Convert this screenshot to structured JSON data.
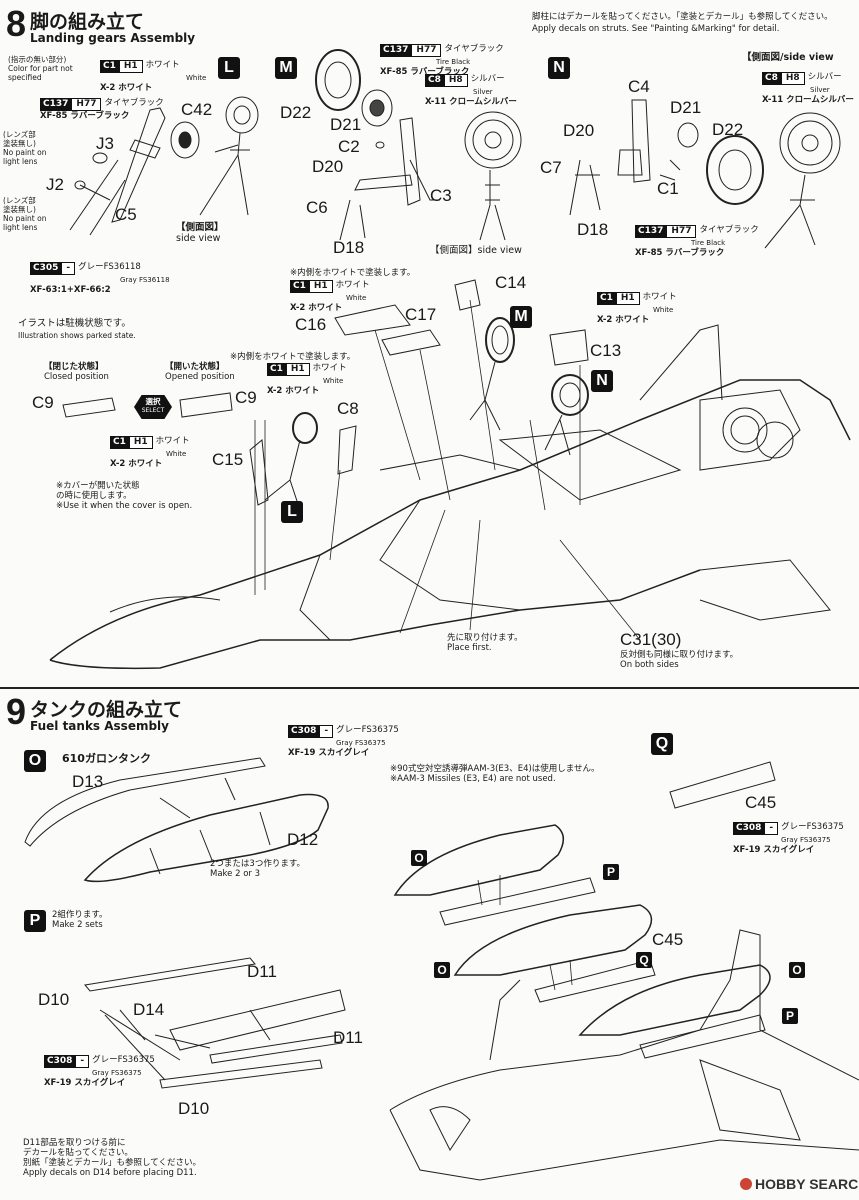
{
  "step8": {
    "number": "8",
    "title_jp": "脚の組み立て",
    "title_en": "Landing gears Assembly",
    "note_decal_jp": "脚柱にはデカールを貼ってください。「塗装とデカール」も参照してください。",
    "note_decal_en": "Apply decals on struts. See \"Painting &Marking\" for detail.",
    "side_view_label": "【側面図/side view",
    "unspecified_jp": "(指示の無い部分)",
    "unspecified_en1": "Color for part not",
    "unspecified_en2": "specified",
    "parked_jp": "イラストは駐機状態です。",
    "parked_en": "Illustration shows parked state.",
    "closed_jp": "【閉じた状態】",
    "closed_en": "Closed position",
    "opened_jp": "【開いた状態】",
    "opened_en": "Opened position",
    "select_jp": "選択",
    "select_en": "SELECT",
    "inner_white_1": "※内側をホワイトで塗装します。",
    "inner_white_2": "※内側をホワイトで塗装します。",
    "cover_open_jp1": "※カバーが開いた状態",
    "cover_open_jp2": "の時に使用します。",
    "cover_open_en": "※Use it when the cover is open.",
    "place_first_jp": "先に取り付けます。",
    "place_first_en": "Place first.",
    "both_sides_part": "C31(30)",
    "both_sides_jp": "反対側も同様に取り付けます。",
    "both_sides_en": "On both sides",
    "lens_jp1": "(レンズ部",
    "lens_jp2": "塗装無し)",
    "lens_en1": "No paint on",
    "lens_en2": "light lens",
    "side_view_L_jp": "【側面図】",
    "side_view_L_en": "side view",
    "side_view_M": "【側面図】side view",
    "side_view_N": "【側面図/side view",
    "badges": [
      "L",
      "M",
      "N",
      "M",
      "N",
      "L"
    ],
    "parts": [
      "C42",
      "J3",
      "J2",
      "C5",
      "D22",
      "D21",
      "C2",
      "D20",
      "C6",
      "D18",
      "C3",
      "C4",
      "D21",
      "D20",
      "C7",
      "D22",
      "C1",
      "D18",
      "C14",
      "C16",
      "C17",
      "C13",
      "C9",
      "C9",
      "C8",
      "C15"
    ]
  },
  "paints": {
    "c1": {
      "code": "C1",
      "code2": "H1",
      "jp": "ホワイト",
      "en": "White",
      "xf": "X-2 ホワイト"
    },
    "c137": {
      "code": "C137",
      "code2": "H77",
      "jp": "タイヤブラック",
      "en": "Tire Black",
      "xf": "XF-85 ラバーブラック"
    },
    "c8": {
      "code": "C8",
      "code2": "H8",
      "jp": "シルバー",
      "en": "Silver",
      "xf": "X-11 クロームシルバー"
    },
    "c305": {
      "code": "C305",
      "code2": "-",
      "jp": "グレーFS36118",
      "en": "Gray FS36118",
      "xf": "XF-63:1+XF-66:2"
    },
    "c308": {
      "code": "C308",
      "code2": "-",
      "jp": "グレーFS36375",
      "en": "Gray FS36375",
      "xf": "XF-19 スカイグレイ"
    }
  },
  "step9": {
    "number": "9",
    "title_jp": "タンクの組み立て",
    "title_en": "Fuel tanks Assembly",
    "tank_jp": "610ガロンタンク",
    "make23_jp": "2つまたは3つ作ります。",
    "make23_en": "Make 2 or 3",
    "aam_jp": "※90式空対空誘導弾AAM-3(E3、E4)は使用しません。",
    "aam_en": "※AAM-3 Missiles (E3, E4) are not used.",
    "make2_jp": "2組作ります。",
    "make2_en": "Make 2 sets",
    "d11_jp1": "D11部品を取りつける前に",
    "d11_jp2": "デカールを貼ってください。",
    "d11_jp3": "別紙「塗装とデカール」も参照してください。",
    "d11_en": "Apply decals on D14 before placing D11.",
    "badges": [
      "O",
      "Q",
      "P",
      "O",
      "P",
      "O",
      "Q",
      "O",
      "P"
    ],
    "parts": [
      "D13",
      "D12",
      "C45",
      "D11",
      "D14",
      "D11",
      "D10",
      "D10",
      "C45"
    ]
  },
  "watermark": "HOBBY SEARCH"
}
